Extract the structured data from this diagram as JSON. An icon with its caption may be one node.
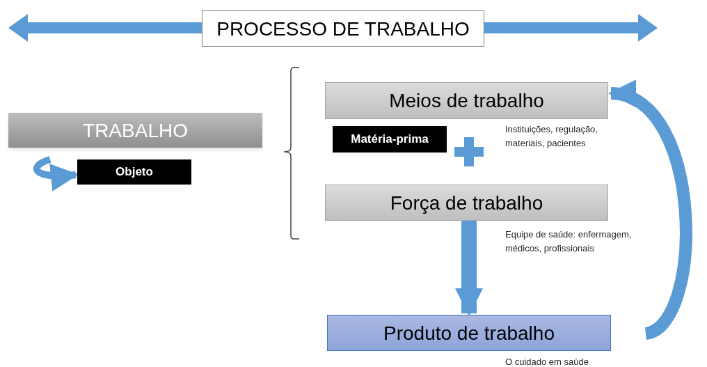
{
  "diagram": {
    "nodes": [
      {
        "text": [
          "PROCESSO DE TRABALHO"
        ]
      },
      {
        "text": [
          "TRABALHO"
        ]
      },
      {
        "text": [
          "Objeto"
        ]
      },
      {
        "text": [
          "Meios de trabalho"
        ],
        "beside": [
          "Instituições, regulação, materiais, pacientes"
        ]
      },
      {
        "text": [
          "Matéria-prima"
        ]
      },
      {
        "text": [
          "Força de trabalho"
        ],
        "beside": [
          "Equipe de saúde: enfermagem, médicos, profissionais"
        ]
      },
      {
        "text": [
          "Produto de trabalho"
        ],
        "beside": [
          "O cuidado em saúde"
        ]
      }
    ],
    "edges": [
      {
        "from": null,
        "to": 2,
        "arrow": "to"
      },
      {
        "from": 5,
        "to": 6,
        "arrow": "to"
      },
      {
        "from": 6,
        "to": 3,
        "arrow": "to"
      }
    ]
  }
}
